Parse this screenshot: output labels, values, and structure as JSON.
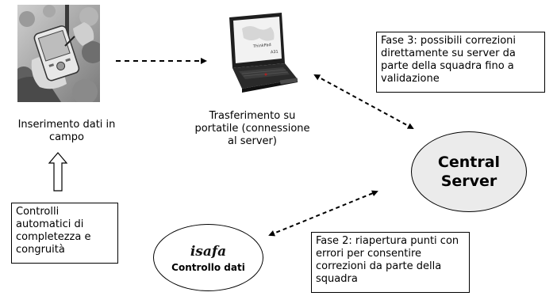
{
  "field_entry": {
    "caption": "Inserimento dati in campo"
  },
  "transfer": {
    "caption": "Trasferimento su portatile (connessione al server)",
    "laptop_brand": "ThinkPad",
    "laptop_model": "A31"
  },
  "phase3": {
    "text": "Fase 3: possibili correzioni direttamente su server da parte della squadra fino a validazione"
  },
  "server": {
    "label": "Central Server"
  },
  "checks": {
    "text": "Controlli automatici di completezza e congruità"
  },
  "control": {
    "logo_text": "isafa",
    "label": "Controllo dati"
  },
  "phase2": {
    "text": "Fase 2: riapertura punti con errori per consentire correzioni da parte della squadra"
  }
}
